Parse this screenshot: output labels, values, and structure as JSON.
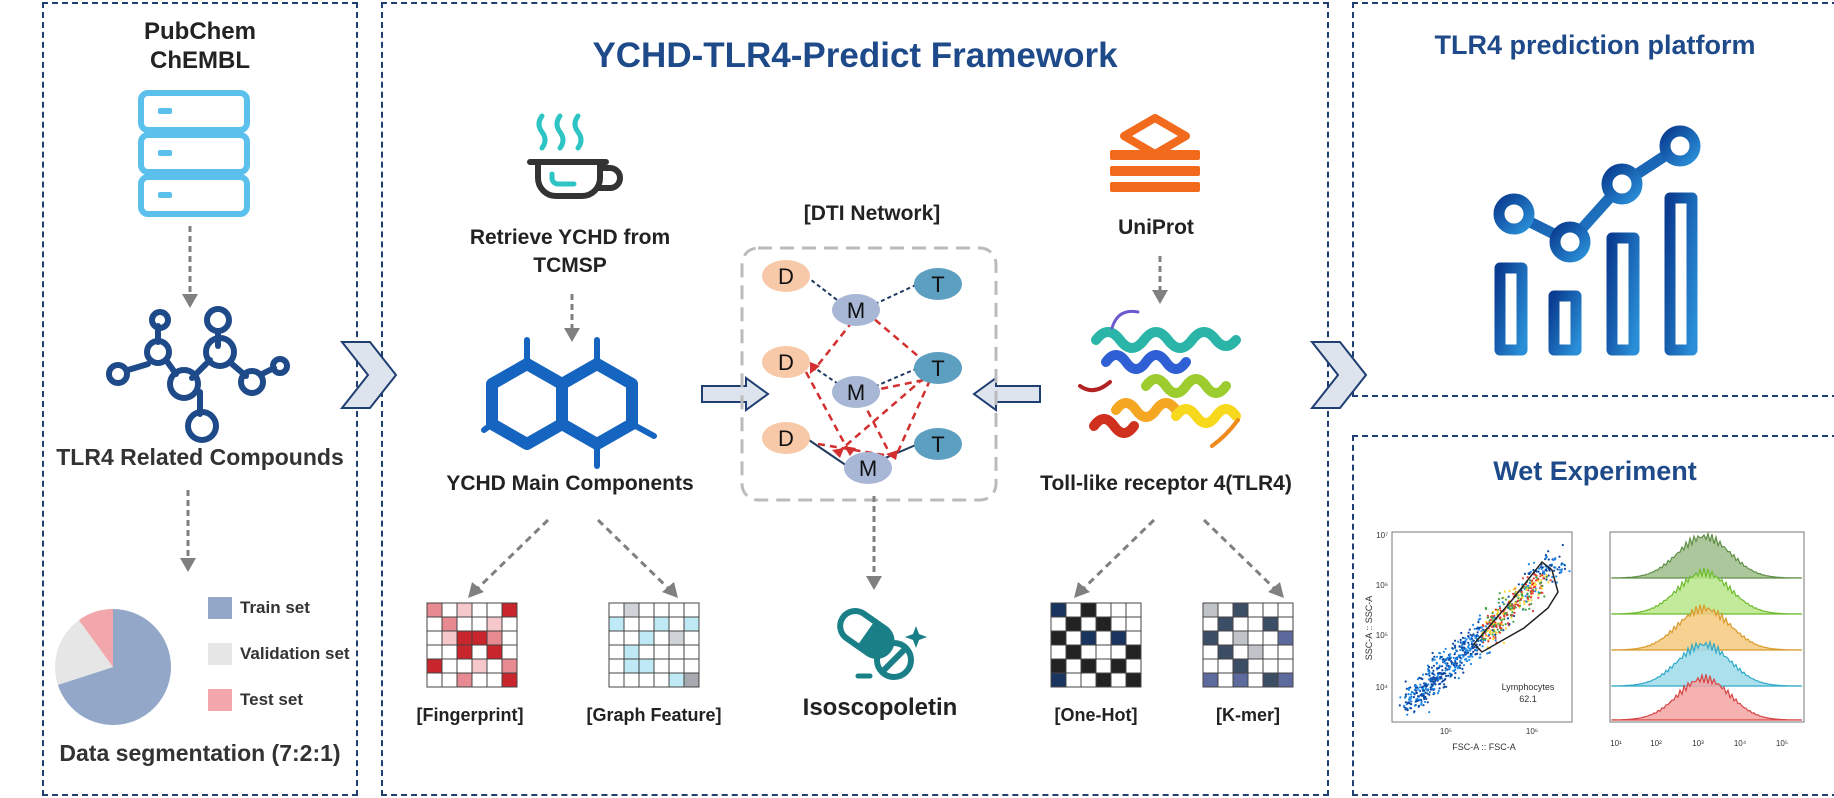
{
  "left_panel": {
    "source_line1": "PubChem",
    "source_line2": "ChEMBL",
    "compounds_label": "TLR4 Related Compounds",
    "legend": [
      {
        "label": "Train set",
        "color": "#93a8c8"
      },
      {
        "label": "Validation set",
        "color": "#e6e6e6"
      },
      {
        "label": "Test set",
        "color": "#f2a7ac"
      }
    ],
    "segmentation_label": "Data segmentation (7:2:1)",
    "split": [
      0.7,
      0.2,
      0.1
    ]
  },
  "center_panel": {
    "title": "YCHD-TLR4-Predict Framework",
    "retrieve_line1": "Retrieve YCHD from",
    "retrieve_line2": "TCMSP",
    "main_components_label": "YCHD Main Components",
    "dti_title": "[DTI Network]",
    "uniprot_label": "UniProt",
    "receptor_label": "Toll-like receptor 4(TLR4)",
    "fingerprint_label": "[Fingerprint]",
    "graph_feature_label": "[Graph Feature]",
    "isoscopoletin_label": "Isoscopoletin",
    "onehot_label": "[One-Hot]",
    "kmer_label": "[K-mer]",
    "node_d": "D",
    "node_m": "M",
    "node_t": "T"
  },
  "right_top_panel": {
    "title": "TLR4 prediction platform"
  },
  "right_bottom_panel": {
    "title": "Wet Experiment",
    "scatter_annotation_line1": "Lymphocytes",
    "scatter_annotation_line2": "62.1",
    "scatter_xlabel": "FSC-A :: FSC-A",
    "scatter_ylabel": "SSC-A :: SSC-A",
    "scatter_yticks": [
      "10⁷",
      "10⁶",
      "10⁵",
      "10⁴"
    ],
    "scatter_xticks": [
      "10⁵",
      "10⁶"
    ],
    "hist_xticks": [
      "10¹",
      "10²",
      "10³",
      "10⁴",
      "10⁵"
    ]
  },
  "colors": {
    "panel_border": "#1f3f73",
    "title_blue": "#1e4a8a",
    "icon_blue": "#1565c0",
    "db_blue": "#5bc0eb",
    "dti_red": "#d32f2f",
    "node_d": "#f7c9a8",
    "node_m": "#a9b7d6",
    "node_t": "#5d9fc0"
  }
}
